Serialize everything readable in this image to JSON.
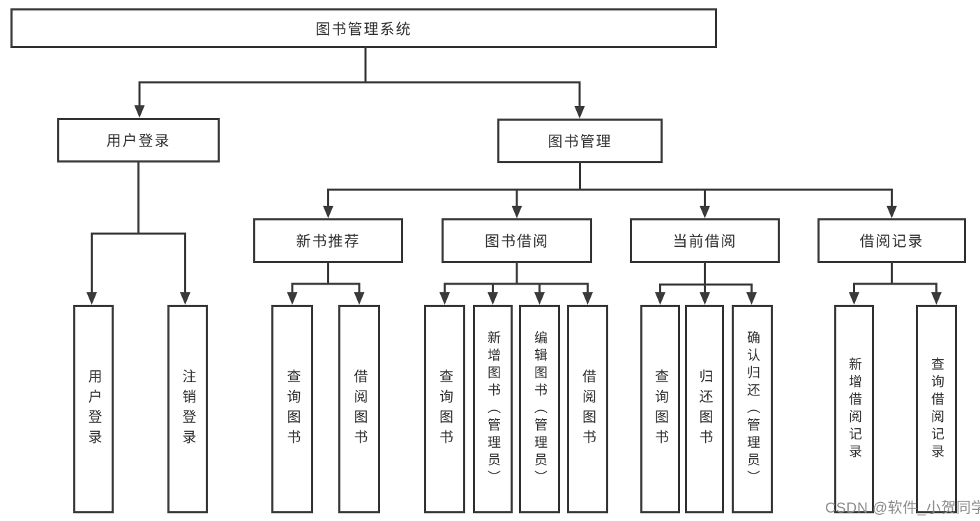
{
  "diagram": {
    "title": "图书管理系统",
    "watermark": "CSDN @软件_小贺同学",
    "colors": {
      "line": "#3a3a3a",
      "text": "#303030",
      "watermark_text": "#8c8c8c",
      "background": "#ffffff"
    },
    "root": {
      "label": "图书管理系统"
    },
    "branches": [
      {
        "label": "用户登录",
        "children": [
          {
            "label": "用户登录"
          },
          {
            "label": "注销登录"
          }
        ]
      },
      {
        "label": "图书管理",
        "children": [
          {
            "label": "新书推荐",
            "children": [
              {
                "label": "查询图书"
              },
              {
                "label": "借阅图书"
              }
            ]
          },
          {
            "label": "图书借阅",
            "children": [
              {
                "label": "查询图书"
              },
              {
                "label": "新增图书（管理员）"
              },
              {
                "label": "编辑图书（管理员）"
              },
              {
                "label": "借阅图书"
              }
            ]
          },
          {
            "label": "当前借阅",
            "children": [
              {
                "label": "查询图书"
              },
              {
                "label": "归还图书"
              },
              {
                "label": "确认归还（管理员）"
              }
            ]
          },
          {
            "label": "借阅记录",
            "children": [
              {
                "label": "新增借阅记录"
              },
              {
                "label": "查询借阅记录"
              }
            ]
          }
        ]
      }
    ]
  }
}
